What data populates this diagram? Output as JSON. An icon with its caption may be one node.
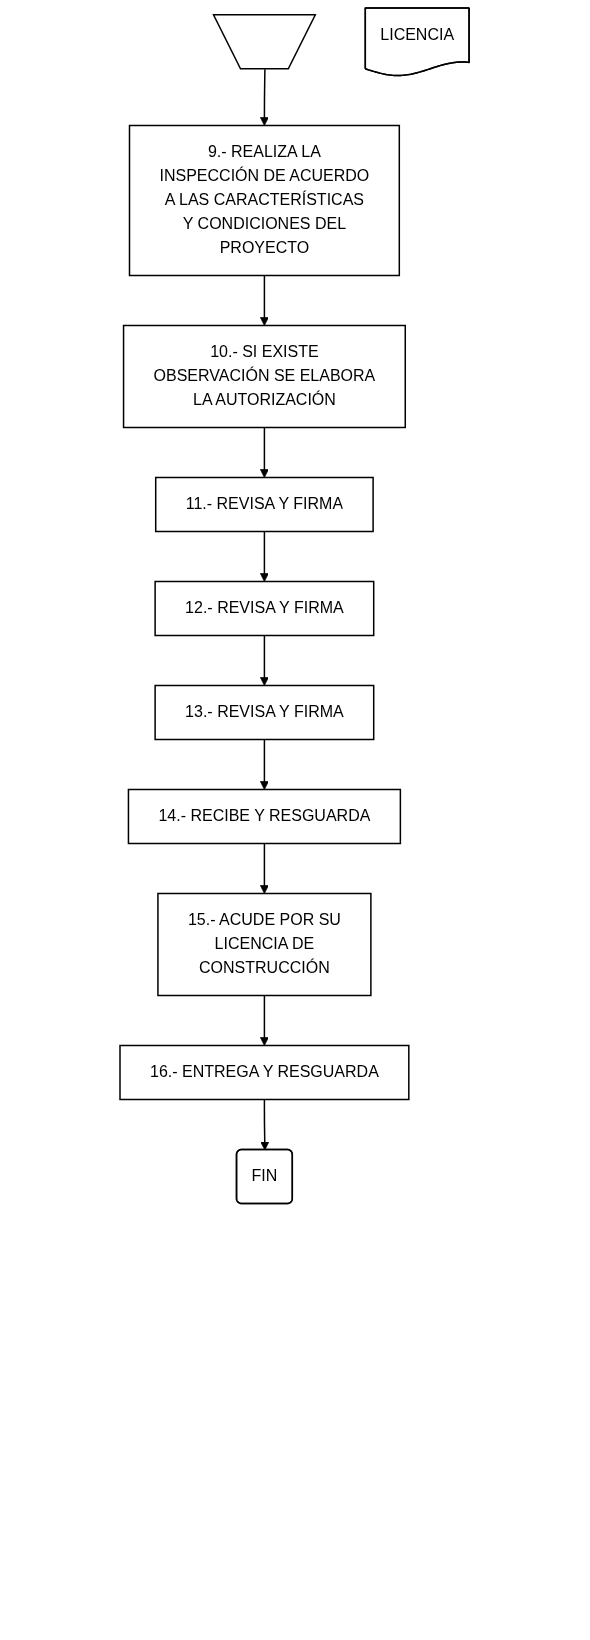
{
  "diagram": {
    "nodes": [
      {
        "text": [],
        "shape": "pentagon"
      },
      {
        "text": [
          "9.- REALIZA LA INSPECCIÓN DE ACUERDO A LAS CARACTERÍSTICAS Y CONDICIONES DEL PROYECTO"
        ]
      },
      {
        "text": [
          "LICENCIA"
        ]
      },
      {
        "text": [
          "10.- SI EXISTE OBSERVACIÓN SE ELABORA LA AUTORIZACIÓN"
        ]
      },
      {
        "text": [
          "11.- REVISA Y FIRMA"
        ]
      },
      {
        "text": [
          "12.- REVISA Y FIRMA"
        ]
      },
      {
        "text": [
          "13.- REVISA Y FIRMA"
        ]
      },
      {
        "text": [
          "14.- RECIBE Y RESGUARDA"
        ]
      },
      {
        "text": [
          "15.- ACUDE POR SU LICENCIA DE CONSTRUCCIÓN"
        ]
      },
      {
        "text": [
          "16.- ENTREGA Y RESGUARDA"
        ]
      },
      {
        "text": [
          "FIN"
        ]
      }
    ],
    "edges": [
      {
        "from": 0,
        "to": 1,
        "arrow": "to"
      },
      {
        "from": 1,
        "to": 3,
        "arrow": "to"
      },
      {
        "from": 3,
        "to": 4,
        "arrow": "to"
      },
      {
        "from": 4,
        "to": 5,
        "arrow": "to"
      },
      {
        "from": 5,
        "to": 6,
        "arrow": "to"
      },
      {
        "from": 6,
        "to": 7,
        "arrow": "to"
      },
      {
        "from": 7,
        "to": 8,
        "arrow": "to"
      },
      {
        "from": 8,
        "to": 9,
        "arrow": "to"
      },
      {
        "from": 9,
        "to": 10,
        "arrow": "to"
      }
    ]
  }
}
